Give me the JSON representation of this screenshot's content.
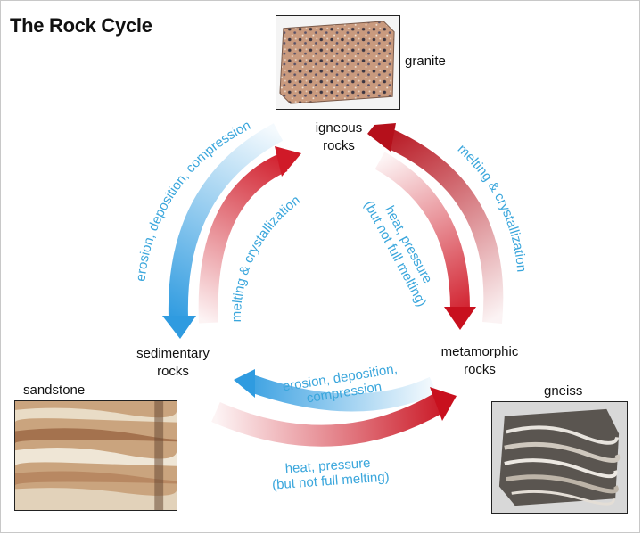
{
  "title": "The Rock Cycle",
  "photos": {
    "granite": "granite",
    "sandstone": "sandstone",
    "gneiss": "gneiss"
  },
  "rocks": {
    "igneous": [
      "igneous",
      "rocks"
    ],
    "sedimentary": [
      "sedimentary",
      "rocks"
    ],
    "metamorphic": [
      "metamorphic",
      "rocks"
    ]
  },
  "processes": {
    "ign_to_sed": "erosion, deposition, compression",
    "sed_to_ign": "melting & crystallization",
    "met_to_ign": "melting & crystallization",
    "ign_to_met": [
      "heat, pressure",
      "(but not full melting)"
    ],
    "met_to_sed": [
      "erosion, deposition,",
      "compression"
    ],
    "sed_to_met": [
      "heat, pressure",
      "(but not full melting)"
    ]
  },
  "colors": {
    "blue": "#2f9be0",
    "red": "#c8101e",
    "text_blue": "#3aa6dc"
  }
}
